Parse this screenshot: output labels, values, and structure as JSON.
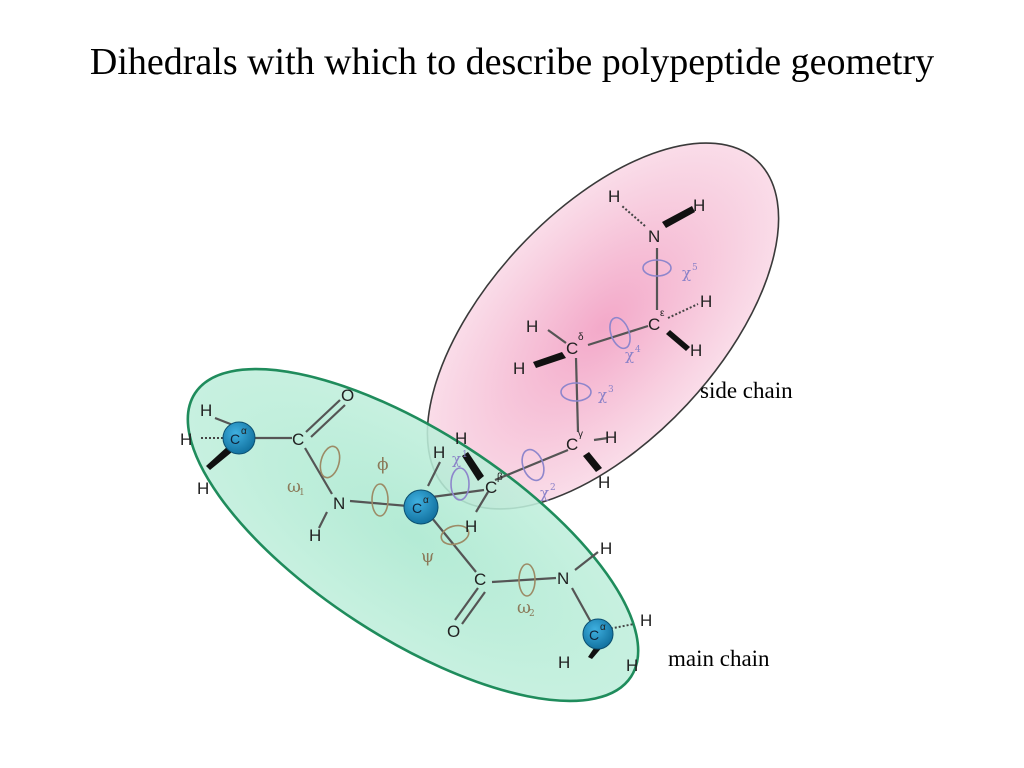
{
  "title": "Dihedrals with which to describe polypeptide geometry",
  "labels": {
    "side_chain": "side chain",
    "main_chain": "main chain"
  },
  "atoms": {
    "H": "H",
    "N": "N",
    "O": "O",
    "C": "C"
  },
  "superscripts": {
    "alpha": "α",
    "beta": "β",
    "gamma": "γ",
    "delta": "δ",
    "epsilon": "ε"
  },
  "angles": {
    "phi": "ϕ",
    "psi": "ψ",
    "omega": "ω",
    "chi": "χ",
    "omega_1_sub": "1",
    "omega_2_sub": "2",
    "chi_1_sub": "1",
    "chi_2_sub": "2",
    "chi_3_sub": "3",
    "chi_4_sub": "4",
    "chi_5_sub": "5"
  },
  "colors": {
    "main_chain_fill": "#b5ecd6",
    "main_chain_border": "#1f8c5c",
    "side_chain_fill": "#f6b8d2",
    "side_chain_border": "#3a3a3a",
    "calpha_atom": "#1d84b5"
  }
}
